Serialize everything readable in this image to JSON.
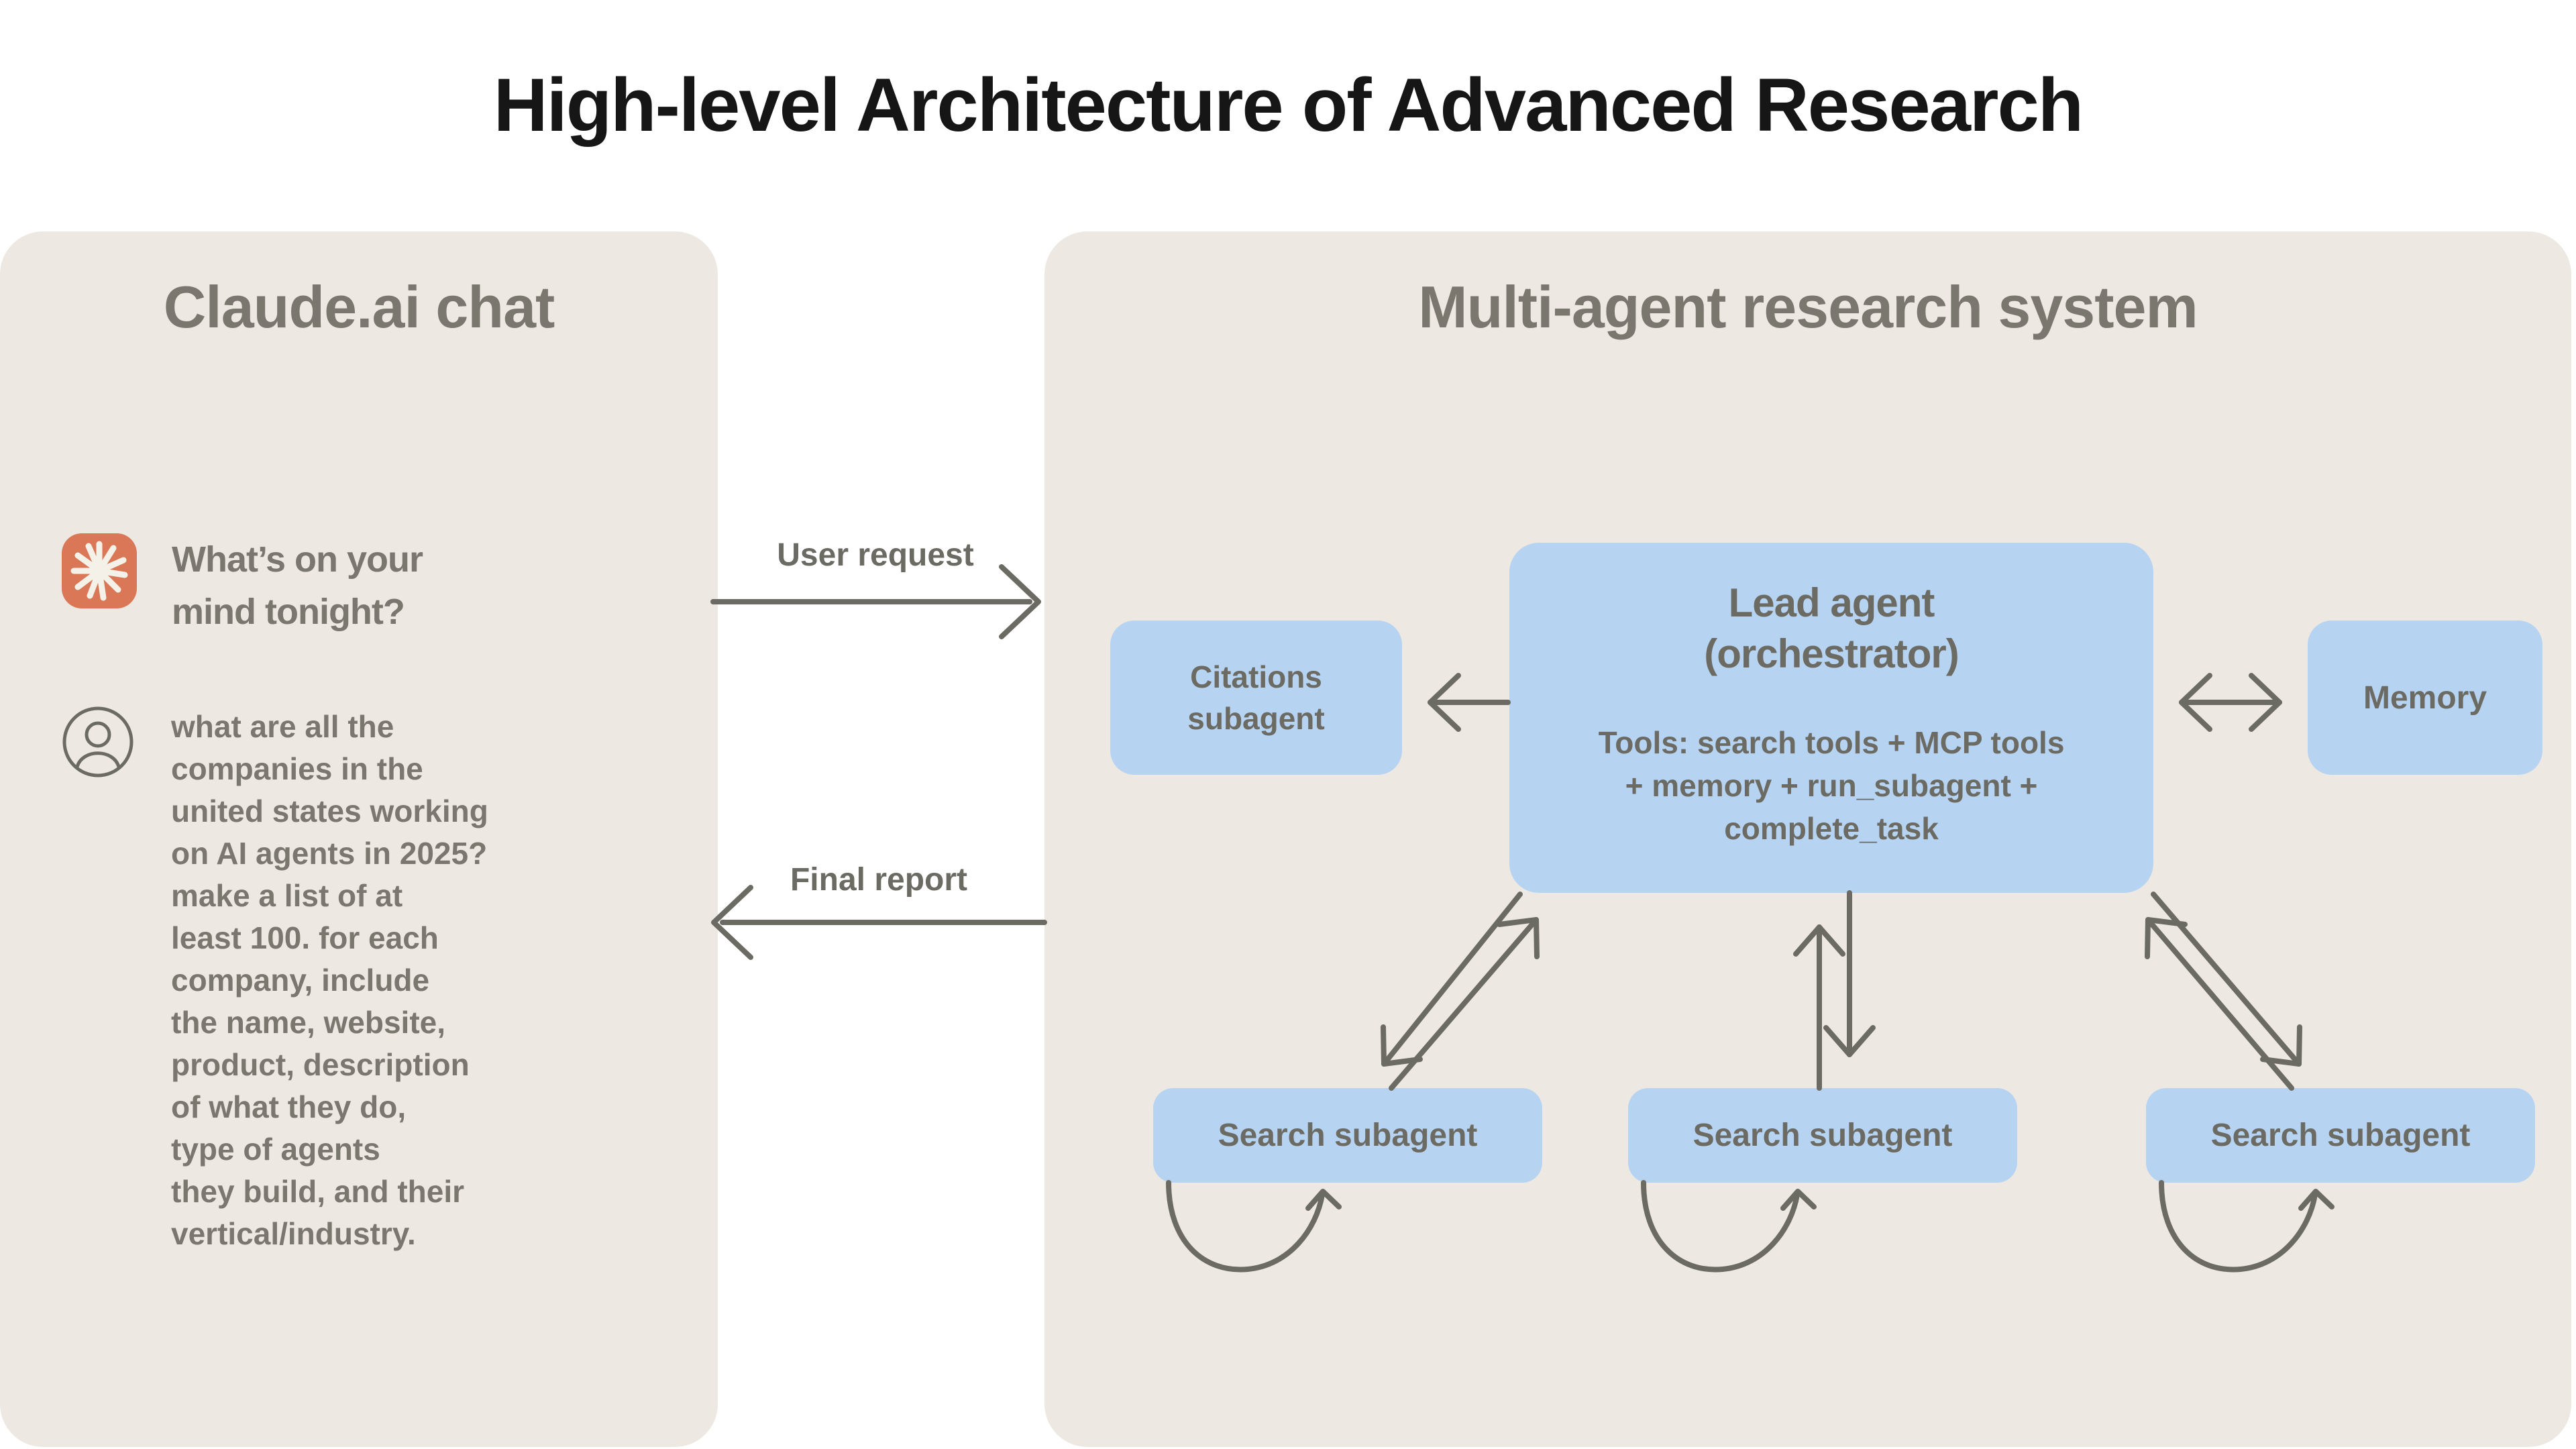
{
  "title": "High-level Architecture of Advanced Research",
  "left_panel": {
    "title": "Claude.ai chat",
    "assistant_message_lines": [
      "What’s on your",
      "mind tonight?"
    ],
    "user_message_lines": [
      "what are all the",
      "companies in the",
      "united states working",
      "on AI agents in 2025?",
      "make a list of at",
      "least 100. for each",
      "company, include",
      "the name, website,",
      "product, description",
      "of what they do,",
      "type of agents",
      "they build, and their",
      "vertical/industry."
    ]
  },
  "flow": {
    "user_request_label": "User request",
    "final_report_label": "Final report"
  },
  "right_panel": {
    "title": "Multi-agent research system",
    "lead_agent": {
      "title_lines": [
        "Lead agent",
        "(orchestrator)"
      ],
      "tools_lines": [
        "Tools: search tools + MCP tools",
        "+ memory + run_subagent +",
        "complete_task"
      ]
    },
    "citations_subagent_lines": [
      "Citations",
      "subagent"
    ],
    "memory_label": "Memory",
    "search_subagents": [
      "Search subagent",
      "Search subagent",
      "Search subagent"
    ]
  },
  "colors": {
    "panel_bg": "#EDE9E2",
    "box_blue": "#B6D3F2",
    "text_gray": "#7A786E",
    "box_text_gray": "#6C6B63",
    "arrow_gray": "#6C6B63",
    "title_black": "#161616",
    "claude_orange": "#D97757"
  }
}
